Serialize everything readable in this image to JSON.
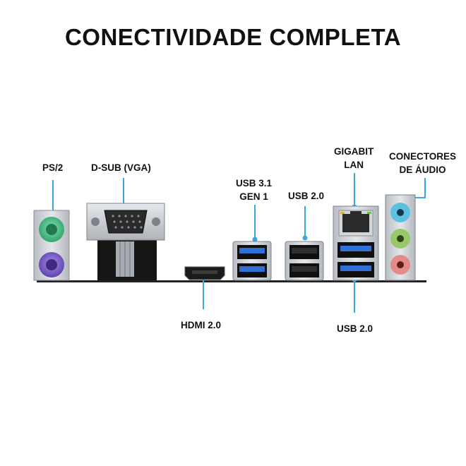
{
  "title": "CONECTIVIDADE COMPLETA",
  "labels": {
    "ps2": "PS/2",
    "dsub": "D-SUB (VGA)",
    "usb31_line1": "USB 3.1",
    "usb31_line2": "GEN 1",
    "usb20_top": "USB 2.0",
    "lan_line1": "GIGABIT",
    "lan_line2": "LAN",
    "audio_line1": "CONECTORES",
    "audio_line2": "DE ÁUDIO",
    "hdmi": "HDMI 2.0",
    "usb20_bottom": "USB 2.0"
  },
  "colors": {
    "leader": "#38a8dc",
    "usb3_blue": "#2f6fd6",
    "ps2_mouse": "#4bbf86",
    "ps2_keyboard": "#7a5cc8",
    "audio_line_in": "#5cc0e0",
    "audio_line_out": "#9ac76a",
    "audio_mic": "#e58a86",
    "io_shield": "#c9cdd2",
    "baseline": "#222222"
  }
}
